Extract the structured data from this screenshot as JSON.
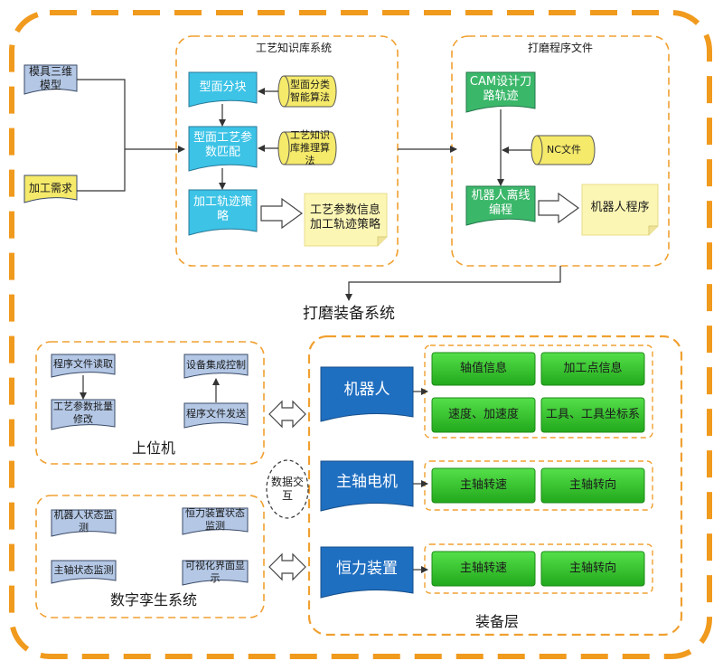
{
  "outer_frame": {
    "label": "打磨装备系统"
  },
  "left_inputs": {
    "mold_model": "模具三维模型",
    "process_requirement": "加工需求"
  },
  "knowledge_system": {
    "title": "工艺知识库系统",
    "surface_partition": "型面分块",
    "param_matching": "型面工艺参数匹配",
    "trajectory_strategy": "加工轨迹策略",
    "classification_algorithm": "型面分类智能算法",
    "reasoning_algorithm": "工艺知识库推理算法",
    "output_note": "工艺参数信息加工轨迹策略"
  },
  "polishing_files": {
    "title": "打磨程序文件",
    "cam_trajectory": "CAM设计刀路轨迹",
    "nc_file": "NC文件",
    "offline_programming": "机器人离线编程",
    "robot_program": "机器人程序"
  },
  "upper_computer": {
    "title": "上位机",
    "read_program": "程序文件读取",
    "batch_modify": "工艺参数批量修改",
    "device_control": "设备集成控制",
    "send_program": "程序文件发送"
  },
  "data_exchange": "数据交互",
  "digital_twin": {
    "title": "数字孪生系统",
    "robot_status": "机器人状态监测",
    "force_status": "恒力装置状态监测",
    "spindle_status": "主轴状态监测",
    "visual_display": "可视化界面显示"
  },
  "equipment_layer": {
    "title": "装备层",
    "robot": {
      "name": "机器人",
      "items": [
        "轴值信息",
        "加工点信息",
        "速度、加速度",
        "工具、工具坐标系"
      ]
    },
    "spindle": {
      "name": "主轴电机",
      "items": [
        "主轴转速",
        "主轴转向"
      ]
    },
    "force_device": {
      "name": "恒力装置",
      "items": [
        "主轴转速",
        "主轴转向"
      ]
    }
  },
  "colors": {
    "orange_dash": "#f0a030",
    "frame_orange": "#f09a1e",
    "cyan_doc": "#3cc3e6",
    "yellow_cyl": "#f5ea6a",
    "note_yellow": "#fcf6b4",
    "green_doc": "#3bb76a",
    "light_blue_doc": "#b4c8e6",
    "robot_blue": "#1f6fc1",
    "green_cell": "#39c232"
  }
}
